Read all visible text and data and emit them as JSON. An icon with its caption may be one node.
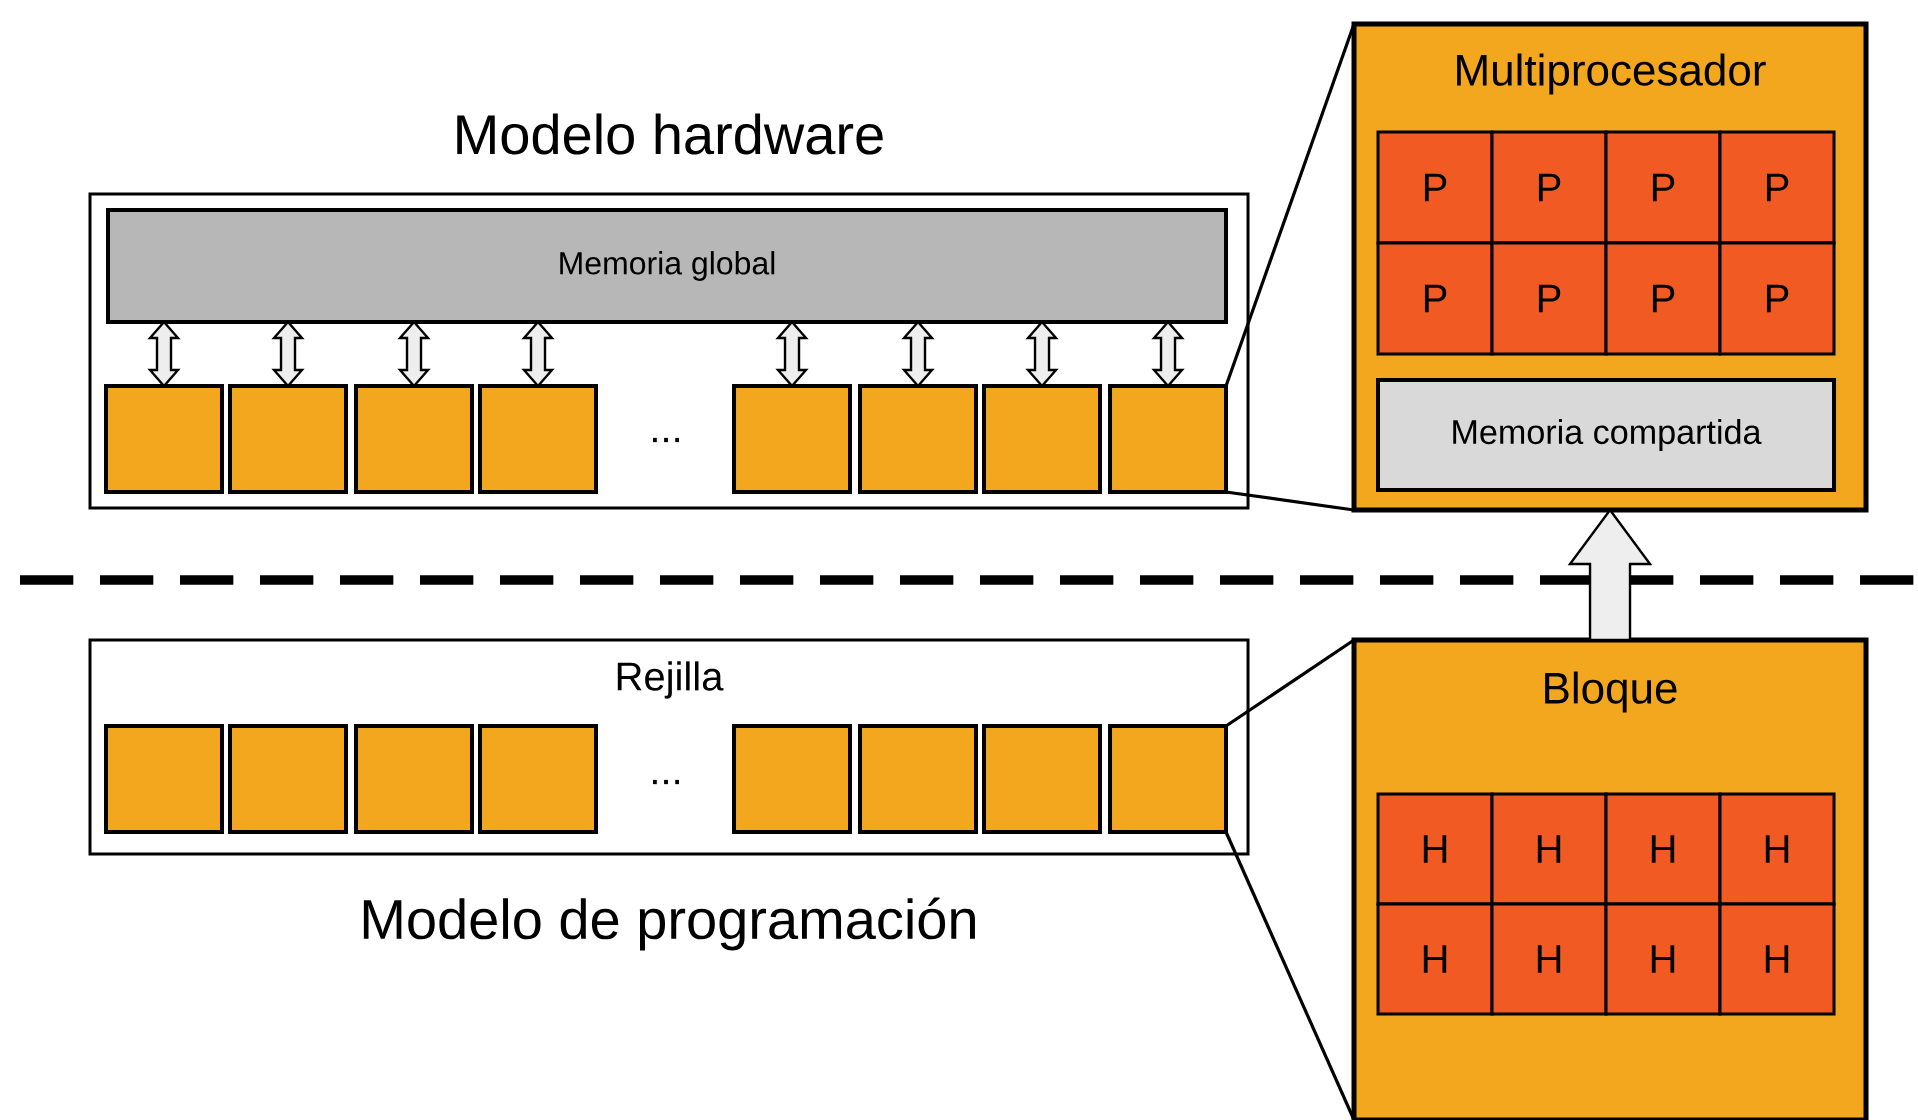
{
  "diagram": {
    "nodes": [
      {
        "text": [
          "Modelo hardware"
        ]
      },
      {
        "text": [
          "Memoria global"
        ],
        "in": 0
      },
      {
        "text": [],
        "shape": "box",
        "in": 0
      },
      {
        "text": [],
        "shape": "box",
        "in": 0
      },
      {
        "text": [],
        "shape": "box",
        "in": 0
      },
      {
        "text": [],
        "shape": "box",
        "in": 0
      },
      {
        "text": [],
        "shape": "box",
        "in": 0
      },
      {
        "text": [],
        "shape": "box",
        "in": 0
      },
      {
        "text": [],
        "shape": "box",
        "in": 0
      },
      {
        "text": [],
        "shape": "box",
        "in": 0
      },
      {
        "text": [
          "Multiprocesador"
        ]
      },
      {
        "text": [
          "P"
        ],
        "in": 10
      },
      {
        "text": [
          "P"
        ],
        "in": 10
      },
      {
        "text": [
          "P"
        ],
        "in": 10
      },
      {
        "text": [
          "P"
        ],
        "in": 10
      },
      {
        "text": [
          "P"
        ],
        "in": 10
      },
      {
        "text": [
          "P"
        ],
        "in": 10
      },
      {
        "text": [
          "P"
        ],
        "in": 10
      },
      {
        "text": [
          "P"
        ],
        "in": 10
      },
      {
        "text": [
          "Memoria compartida"
        ],
        "in": 10
      },
      {
        "text": [
          "Rejilla",
          "Modelo de programación"
        ]
      },
      {
        "text": [],
        "shape": "box",
        "in": 20
      },
      {
        "text": [],
        "shape": "box",
        "in": 20
      },
      {
        "text": [],
        "shape": "box",
        "in": 20
      },
      {
        "text": [],
        "shape": "box",
        "in": 20
      },
      {
        "text": [],
        "shape": "box",
        "in": 20
      },
      {
        "text": [],
        "shape": "box",
        "in": 20
      },
      {
        "text": [],
        "shape": "box",
        "in": 20
      },
      {
        "text": [],
        "shape": "box",
        "in": 20
      },
      {
        "text": [
          "Bloque"
        ]
      },
      {
        "text": [
          "H"
        ],
        "in": 29
      },
      {
        "text": [
          "H"
        ],
        "in": 29
      },
      {
        "text": [
          "H"
        ],
        "in": 29
      },
      {
        "text": [
          "H"
        ],
        "in": 29
      },
      {
        "text": [
          "H"
        ],
        "in": 29
      },
      {
        "text": [
          "H"
        ],
        "in": 29
      },
      {
        "text": [
          "H"
        ],
        "in": 29
      },
      {
        "text": [
          "H"
        ],
        "in": 29
      }
    ],
    "edges": [
      {
        "from": 1,
        "to": 2,
        "arrow": "both"
      },
      {
        "from": 1,
        "to": 3,
        "arrow": "both"
      },
      {
        "from": 1,
        "to": 4,
        "arrow": "both"
      },
      {
        "from": 1,
        "to": 5,
        "arrow": "both"
      },
      {
        "from": 1,
        "to": 6,
        "arrow": "both"
      },
      {
        "from": 1,
        "to": 7,
        "arrow": "both"
      },
      {
        "from": 1,
        "to": 8,
        "arrow": "both"
      },
      {
        "from": 1,
        "to": 9,
        "arrow": "both"
      },
      {
        "from": 9,
        "to": 10,
        "arrow": "none"
      },
      {
        "from": 9,
        "to": 10,
        "arrow": "none"
      },
      {
        "from": 28,
        "to": 29,
        "arrow": "none"
      },
      {
        "from": 28,
        "to": 29,
        "arrow": "none"
      },
      {
        "from": 29,
        "to": 10,
        "arrow": "to",
        "style": "thick"
      }
    ],
    "labels": [
      "...",
      "..."
    ]
  }
}
